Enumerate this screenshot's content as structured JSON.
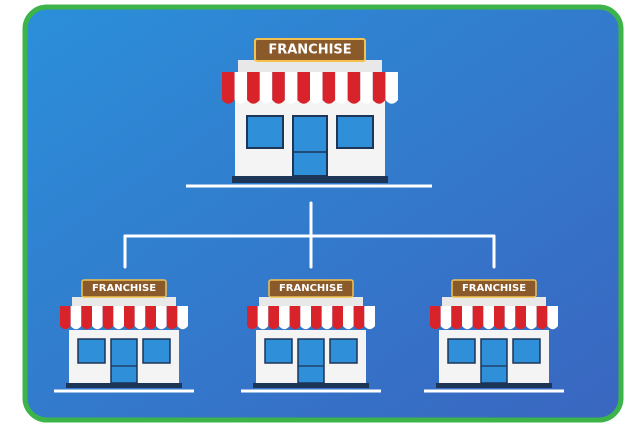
{
  "diagram": {
    "parent": {
      "sign": "FRANCHISE"
    },
    "children": [
      {
        "sign": "FRANCHISE"
      },
      {
        "sign": "FRANCHISE"
      },
      {
        "sign": "FRANCHISE"
      }
    ]
  },
  "colors": {
    "frame_border": "#3cb44a",
    "background_top": "#2b8fd9",
    "background_bottom": "#3a66c0",
    "connector": "#ffffff",
    "awning_red": "#d8232a",
    "awning_white": "#ffffff",
    "sign_brown": "#8b5a2b",
    "sign_border": "#f2c14e",
    "window_blue": "#2f8fd8",
    "wall": "#f4f4f4",
    "base_dark": "#1d3557"
  }
}
